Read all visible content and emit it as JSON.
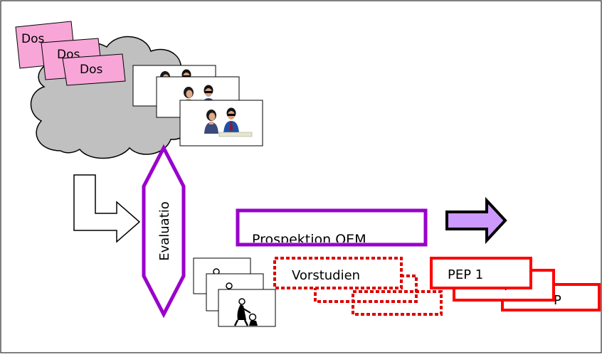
{
  "documents": {
    "label_1": "Dos",
    "label_2": "Dos",
    "label_3": "Dos"
  },
  "evaluation": {
    "label": "Evaluatio"
  },
  "prospektion": {
    "label": "Prospektion OEM"
  },
  "vorstudien": {
    "label": "Vorstudien"
  },
  "pep": {
    "label_1": "PEP 1",
    "label_2": "P",
    "label_3": "P"
  },
  "colors": {
    "cloud": "#c0c0c0",
    "document_tag": "#f7a6d7",
    "evaluation_stroke": "#9900cc",
    "prospektion_stroke": "#9900cc",
    "big_arrow_fill": "#cc99ff",
    "dotted_stroke": "#dd0000",
    "pep_stroke": "#ff0000"
  },
  "icons": {
    "meeting_cards": [
      "meeting-photo-icon",
      "meeting-photo-icon",
      "meeting-photo-icon"
    ],
    "worker_cards": [
      "worker-clipart-icon",
      "worker-clipart-icon",
      "worker-clipart-icon"
    ]
  }
}
